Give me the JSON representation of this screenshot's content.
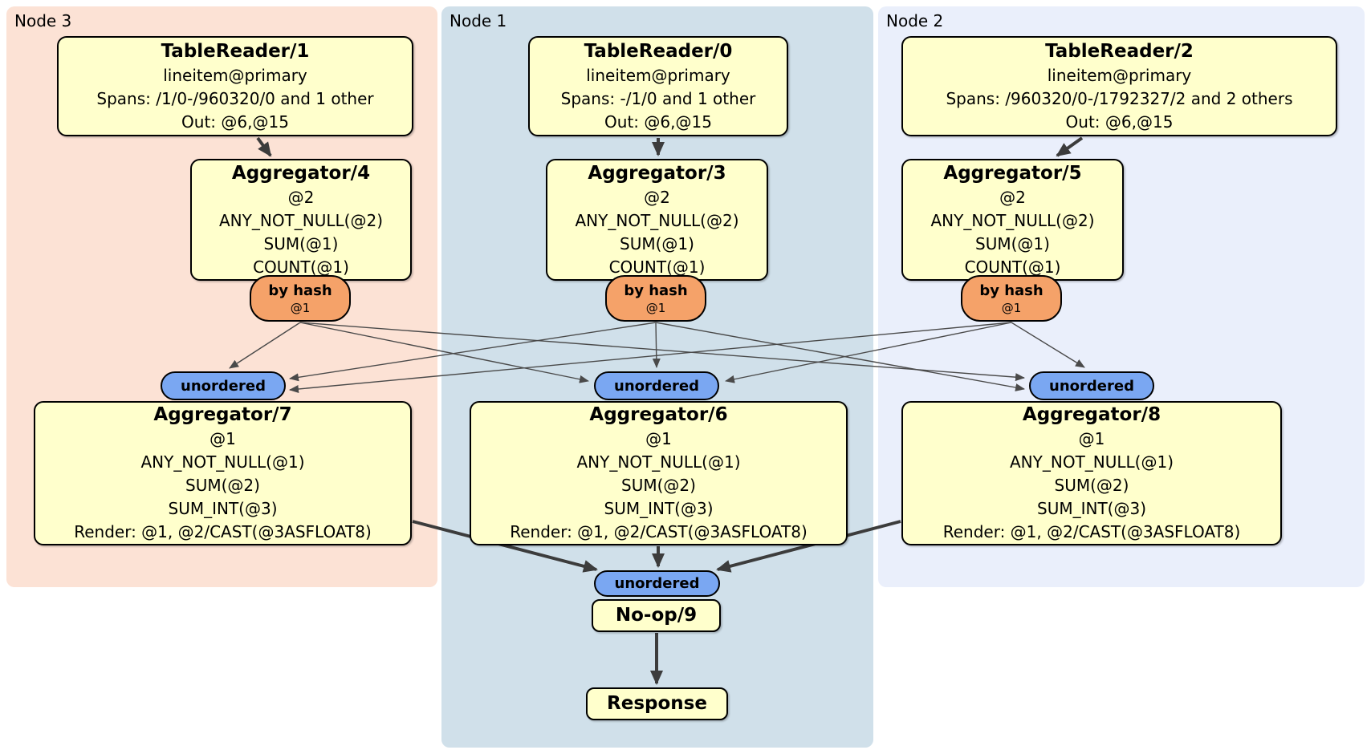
{
  "regions": {
    "node3": {
      "label": "Node 3"
    },
    "node1": {
      "label": "Node 1"
    },
    "node2": {
      "label": "Node 2"
    }
  },
  "processors": {
    "tablereader1": {
      "title": "TableReader/1",
      "lines": [
        "lineitem@primary",
        "Spans: /1/0-/960320/0 and 1 other",
        "Out: @6,@15"
      ]
    },
    "tablereader0": {
      "title": "TableReader/0",
      "lines": [
        "lineitem@primary",
        "Spans: -/1/0 and 1 other",
        "Out: @6,@15"
      ]
    },
    "tablereader2": {
      "title": "TableReader/2",
      "lines": [
        "lineitem@primary",
        "Spans: /960320/0-/1792327/2 and 2 others",
        "Out: @6,@15"
      ]
    },
    "aggregator4": {
      "title": "Aggregator/4",
      "lines": [
        "@2",
        "ANY_NOT_NULL(@2)",
        "SUM(@1)",
        "COUNT(@1)"
      ]
    },
    "aggregator3": {
      "title": "Aggregator/3",
      "lines": [
        "@2",
        "ANY_NOT_NULL(@2)",
        "SUM(@1)",
        "COUNT(@1)"
      ]
    },
    "aggregator5": {
      "title": "Aggregator/5",
      "lines": [
        "@2",
        "ANY_NOT_NULL(@2)",
        "SUM(@1)",
        "COUNT(@1)"
      ]
    },
    "aggregator7": {
      "title": "Aggregator/7",
      "lines": [
        "@1",
        "ANY_NOT_NULL(@1)",
        "SUM(@2)",
        "SUM_INT(@3)",
        "Render: @1, @2/CAST(@3ASFLOAT8)"
      ]
    },
    "aggregator6": {
      "title": "Aggregator/6",
      "lines": [
        "@1",
        "ANY_NOT_NULL(@1)",
        "SUM(@2)",
        "SUM_INT(@3)",
        "Render: @1, @2/CAST(@3ASFLOAT8)"
      ]
    },
    "aggregator8": {
      "title": "Aggregator/8",
      "lines": [
        "@1",
        "ANY_NOT_NULL(@1)",
        "SUM(@2)",
        "SUM_INT(@3)",
        "Render: @1, @2/CAST(@3ASFLOAT8)"
      ]
    },
    "noop9": {
      "title": "No-op/9"
    },
    "response": {
      "title": "Response"
    }
  },
  "routers": {
    "node3": {
      "label": "by hash",
      "detail": "@1"
    },
    "node1": {
      "label": "by hash",
      "detail": "@1"
    },
    "node2": {
      "label": "by hash",
      "detail": "@1"
    }
  },
  "syncs": {
    "node3": {
      "label": "unordered"
    },
    "node1": {
      "label": "unordered"
    },
    "node2": {
      "label": "unordered"
    },
    "final": {
      "label": "unordered"
    }
  },
  "colors": {
    "node3_bg": "#fce2d5",
    "node1_bg": "#d0e0ea",
    "node2_bg": "#eaeffb",
    "processor_bg": "#ffffcc",
    "router_bg": "#f5a269",
    "sync_bg": "#7aa7f2",
    "border": "#000000",
    "edge_thin": "#4a4a4a",
    "edge_thick": "#3c3c3c"
  }
}
